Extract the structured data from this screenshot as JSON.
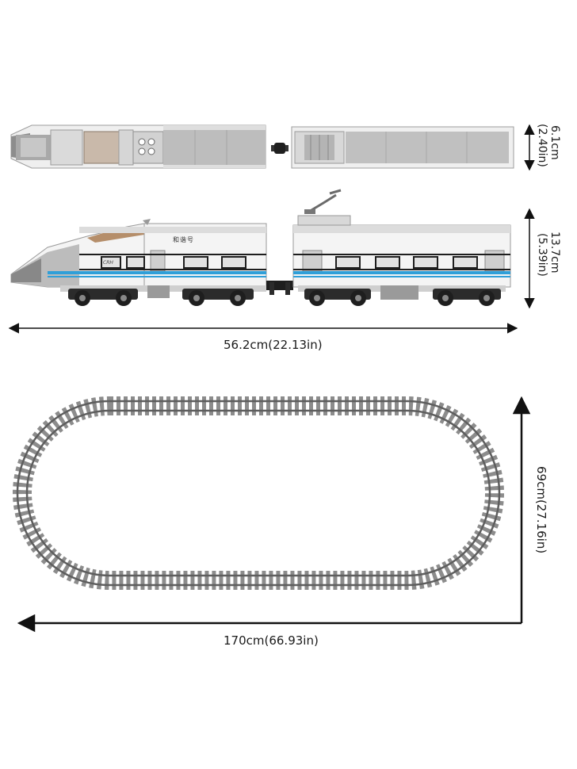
{
  "dimensions": {
    "top_view_width": "6.1cm",
    "top_view_width_in": "(2.40in)",
    "side_view_height": "13.7cm",
    "side_view_height_in": "(5.39in)",
    "train_length": "56.2cm(22.13in)",
    "track_depth": "69cm(27.16in)",
    "track_length": "170cm(66.93in)"
  },
  "train_markings": {
    "name": "和谐号",
    "logo": "CRH"
  },
  "colors": {
    "body": "#f2f2f2",
    "grey": "#9a9a9a",
    "dark": "#2b2b2b",
    "blue_stripe": "#2f9fd8",
    "window": "#e0e0e0",
    "track": "#7a7a7a"
  }
}
